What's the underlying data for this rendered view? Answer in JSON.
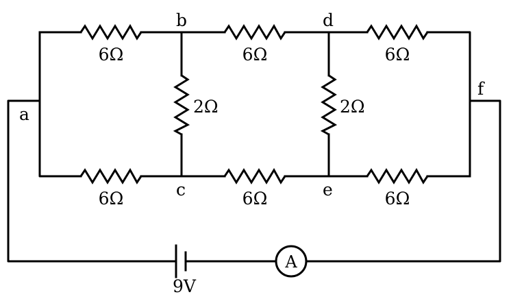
{
  "nodes": {
    "a": "a",
    "b": "b",
    "c": "c",
    "d": "d",
    "e": "e",
    "f": "f"
  },
  "resistors": {
    "top_left": "6Ω",
    "top_middle": "6Ω",
    "top_right": "6Ω",
    "bottom_left": "6Ω",
    "bottom_middle": "6Ω",
    "bottom_right": "6Ω",
    "vertical_bc": "2Ω",
    "vertical_de": "2Ω"
  },
  "battery": {
    "label": "9V"
  },
  "ammeter": {
    "label": "A"
  }
}
